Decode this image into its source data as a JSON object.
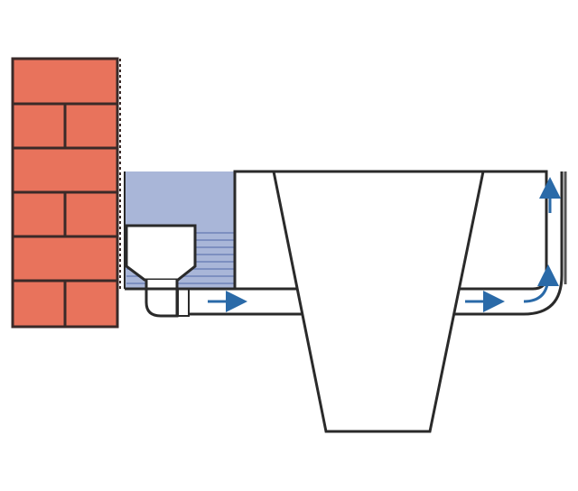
{
  "colors": {
    "brick": "#e8735c",
    "mortar": "#3a2a28",
    "water": "#a9b6d8",
    "water_stripe": "#7d8fc0",
    "outline": "#2a2a2a",
    "arrow": "#2a6aa8"
  },
  "icons": [
    "brick-wall",
    "basin-drain",
    "airflow-arrow"
  ]
}
